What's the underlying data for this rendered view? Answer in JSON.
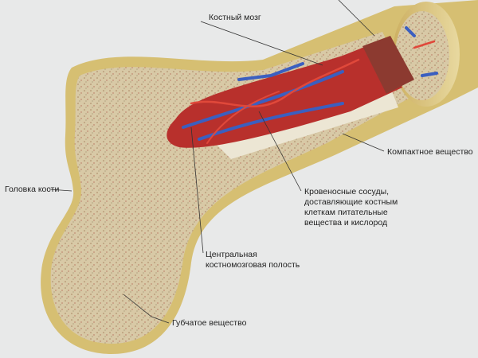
{
  "labels": {
    "marrow": "Костный мозг",
    "compact": "Компактное вещество",
    "head": "Головка кости",
    "vessels": [
      "Кровеносные сосуды,",
      "доставляющие костным",
      "клеткам питательные",
      "вещества и кислород"
    ],
    "cavity": [
      "Центральная",
      "костномозговая полость"
    ],
    "spongy": "Губчатое вещество"
  },
  "colors": {
    "background": "#e8e9e9",
    "compact_bone": "#d6bf72",
    "spongy_bone": "#d8c9a6",
    "marrow": "#b8302c",
    "artery": "#e0483a",
    "vein": "#3b5fc0"
  }
}
